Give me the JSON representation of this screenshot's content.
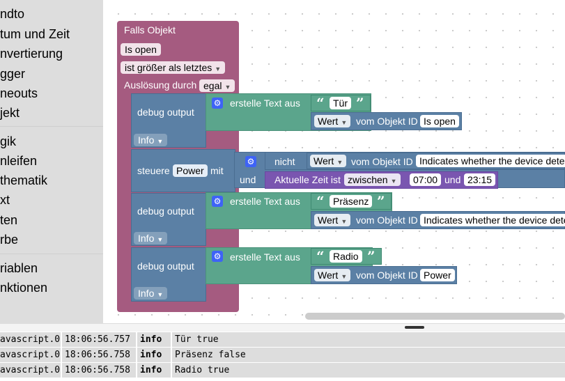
{
  "sidebar": {
    "items": [
      "ndto",
      "tum und Zeit",
      "nvertierung",
      "gger",
      "neouts",
      "jekt",
      "gik",
      "nleifen",
      "thematik",
      "xt",
      "ten",
      "rbe",
      "riablen",
      "nktionen"
    ]
  },
  "trigger": {
    "title": "Falls Objekt",
    "state": "Is open",
    "condition": "ist größer als letztes",
    "trigger_label": "Auslösung durch",
    "trigger_value": "egal"
  },
  "debug1": {
    "label": "debug output",
    "level": "Info",
    "text_label": "erstelle Text aus",
    "string": "Tür",
    "value_dd": "Wert",
    "value_of": "vom Objekt ID",
    "object": "Is open"
  },
  "control": {
    "label": "steuere",
    "target": "Power",
    "with": "mit",
    "not": "nicht",
    "value_dd": "Wert",
    "value_of": "vom Objekt ID",
    "object": "Indicates whether the device detects",
    "and": "und",
    "time_label": "Aktuelle Zeit ist",
    "time_op": "zwischen",
    "time_from": "07:00",
    "time_and": "und",
    "time_to": "23:15"
  },
  "debug2": {
    "label": "debug output",
    "level": "Info",
    "text_label": "erstelle Text aus",
    "string": "Präsenz",
    "value_dd": "Wert",
    "value_of": "vom Objekt ID",
    "object": "Indicates whether the device detects"
  },
  "debug3": {
    "label": "debug output",
    "level": "Info",
    "text_label": "erstelle Text aus",
    "string": "Radio",
    "value_dd": "Wert",
    "value_of": "vom Objekt ID",
    "object": "Power"
  },
  "log": {
    "rows": [
      {
        "source": "avascript.0",
        "time": "18:06:56.757",
        "level": "info",
        "message": "Tür true"
      },
      {
        "source": "avascript.0",
        "time": "18:06:56.758",
        "level": "info",
        "message": "Präsenz false"
      },
      {
        "source": "avascript.0",
        "time": "18:06:56.758",
        "level": "info",
        "message": "Radio true"
      }
    ]
  }
}
